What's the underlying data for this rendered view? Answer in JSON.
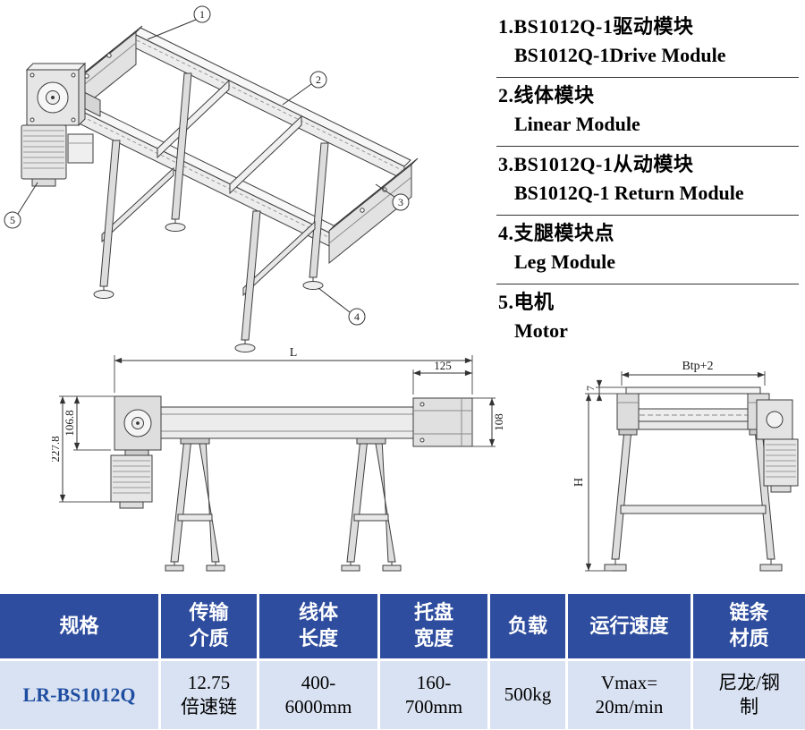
{
  "legend": {
    "items": [
      {
        "zh": "1.BS1012Q-1驱动模块",
        "en": "BS1012Q-1Drive Module"
      },
      {
        "zh": "2.线体模块",
        "en": "Linear Module"
      },
      {
        "zh": "3.BS1012Q-1从动模块",
        "en": "BS1012Q-1 Return Module"
      },
      {
        "zh": "4.支腿模块点",
        "en": "Leg Module"
      },
      {
        "zh": "5.电机",
        "en": "Motor"
      }
    ]
  },
  "drawings": {
    "iso": {
      "callouts": [
        "1",
        "2",
        "3",
        "4",
        "5"
      ]
    },
    "side": {
      "dim_L": "L",
      "dim_125": "125",
      "dim_227_8": "227.8",
      "dim_106_8": "106.8",
      "dim_108": "108"
    },
    "end": {
      "dim_btp": "Btp+2",
      "dim_7": "7",
      "dim_H": "H"
    }
  },
  "table": {
    "headers": [
      "规格",
      "传输\n介质",
      "线体\n长度",
      "托盘\n宽度",
      "负载",
      "运行速度",
      "链条\n材质"
    ],
    "rows": [
      [
        "LR-BS1012Q",
        "12.75\n倍速链",
        "400-\n6000mm",
        "160-\n700mm",
        "500kg",
        "Vmax=\n20m/min",
        "尼龙/钢\n制"
      ]
    ]
  },
  "colors": {
    "table_header_bg": "#2e4d9e",
    "table_row_bg": "#d9e2f2",
    "model_text": "#1f4ea1"
  }
}
